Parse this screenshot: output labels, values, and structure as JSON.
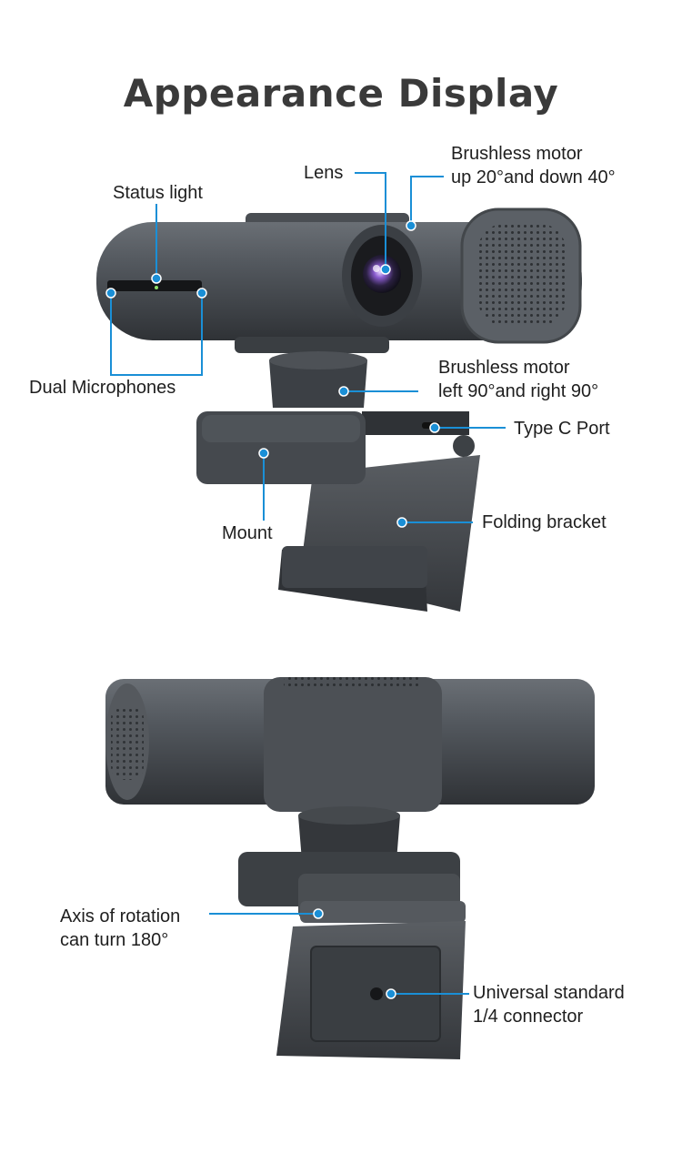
{
  "title": "Appearance Display",
  "accent_color": "#1a8fd6",
  "callouts": {
    "status_light": "Status light",
    "lens": "Lens",
    "motor_vertical_line1": "Brushless motor",
    "motor_vertical_line2": "up 20°and down 40°",
    "dual_microphones": "Dual Microphones",
    "motor_horizontal_line1": "Brushless motor",
    "motor_horizontal_line2": "left 90°and right 90°",
    "type_c_port": "Type C Port",
    "mount": "Mount",
    "folding_bracket": "Folding bracket",
    "axis_line1": "Axis of rotation",
    "axis_line2": "can turn 180°",
    "connector_line1": "Universal standard",
    "connector_line2": "1/4 connector"
  }
}
